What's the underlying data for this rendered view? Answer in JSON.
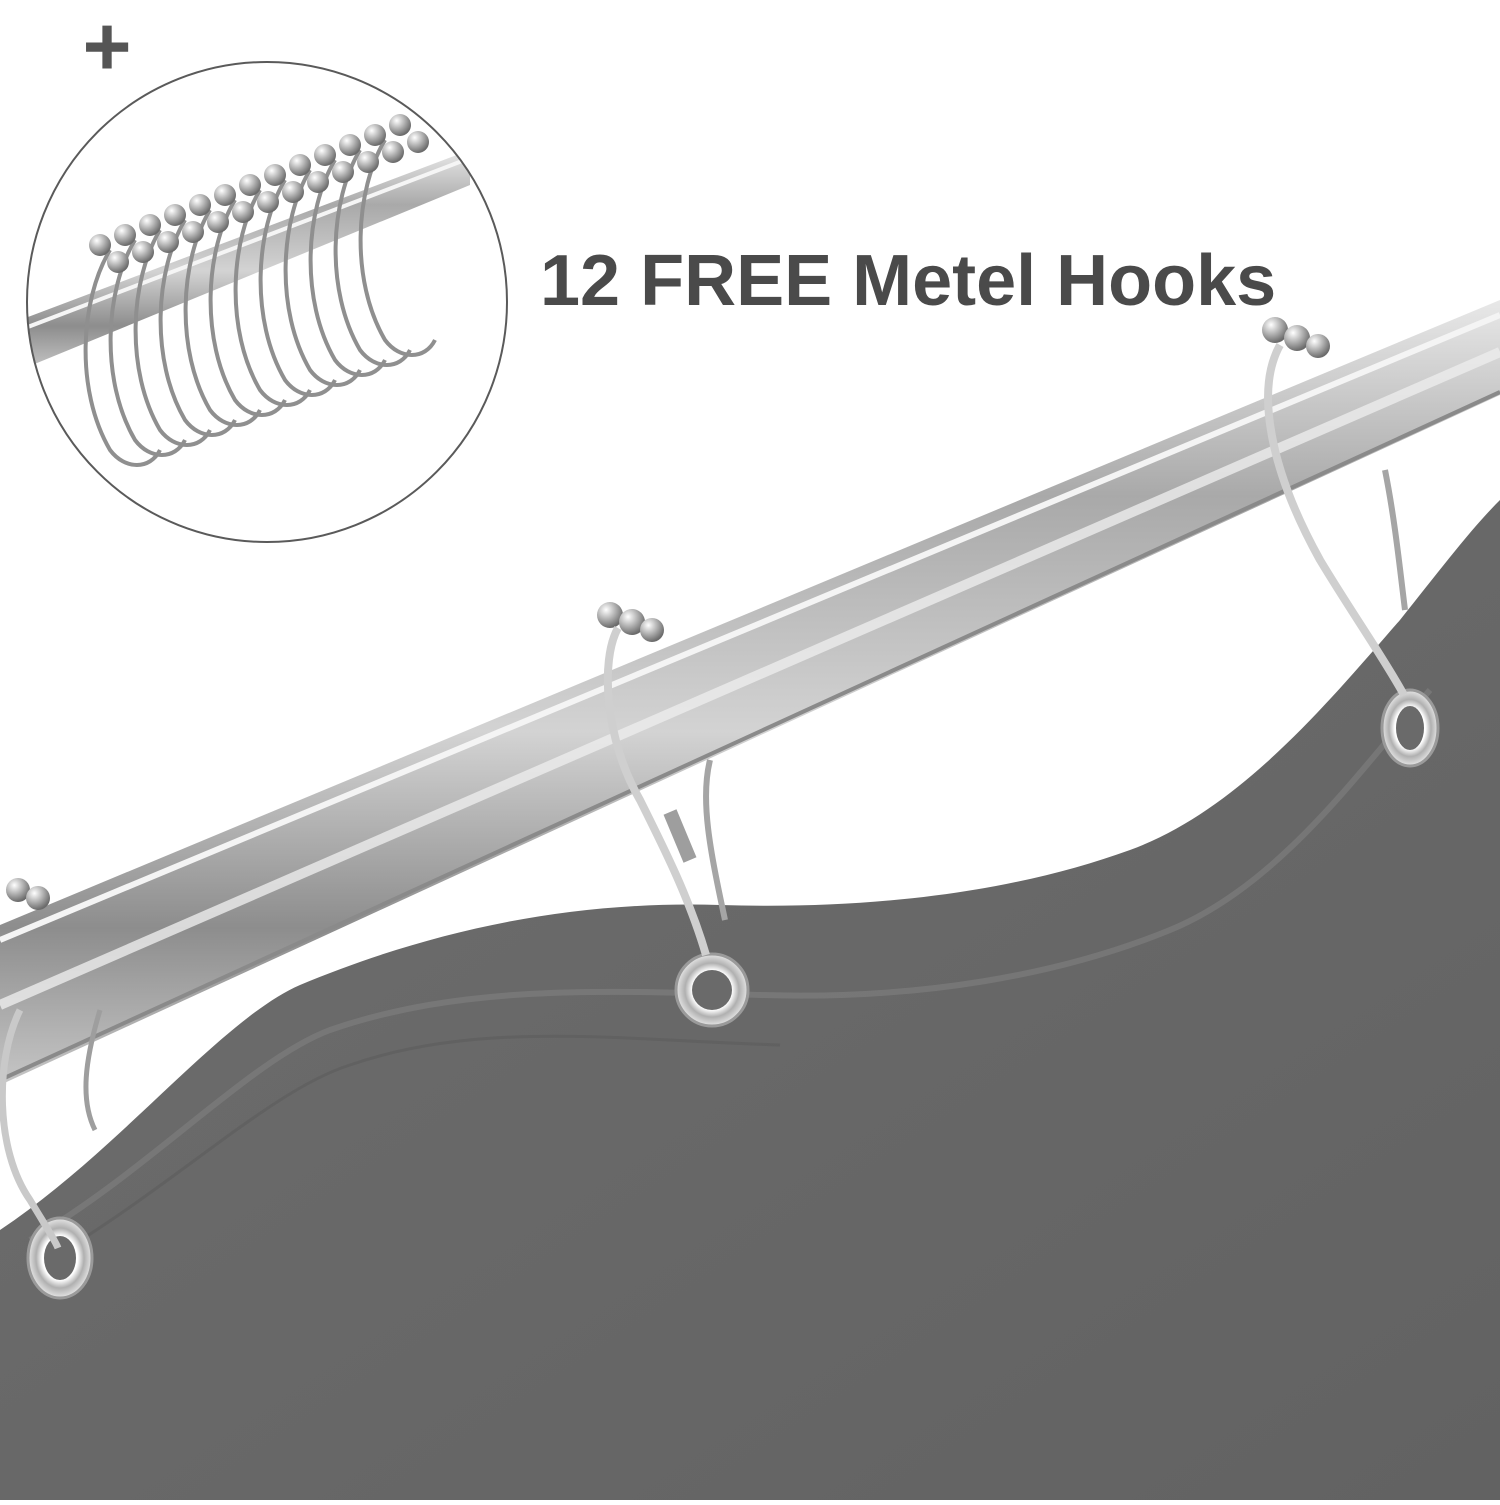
{
  "badge": {
    "plus_sign": "+"
  },
  "headline": {
    "text": "12 FREE Metel Hooks"
  },
  "inset": {
    "subject": "bundle of roller-ball shower curtain hooks on a rod"
  },
  "scene": {
    "subject": "grey shower curtain hanging from a stainless rod by metal hooks"
  },
  "colors": {
    "curtain": "#6b6b6b",
    "rod": "#b9b9b9",
    "text": "#4a4a4a"
  }
}
